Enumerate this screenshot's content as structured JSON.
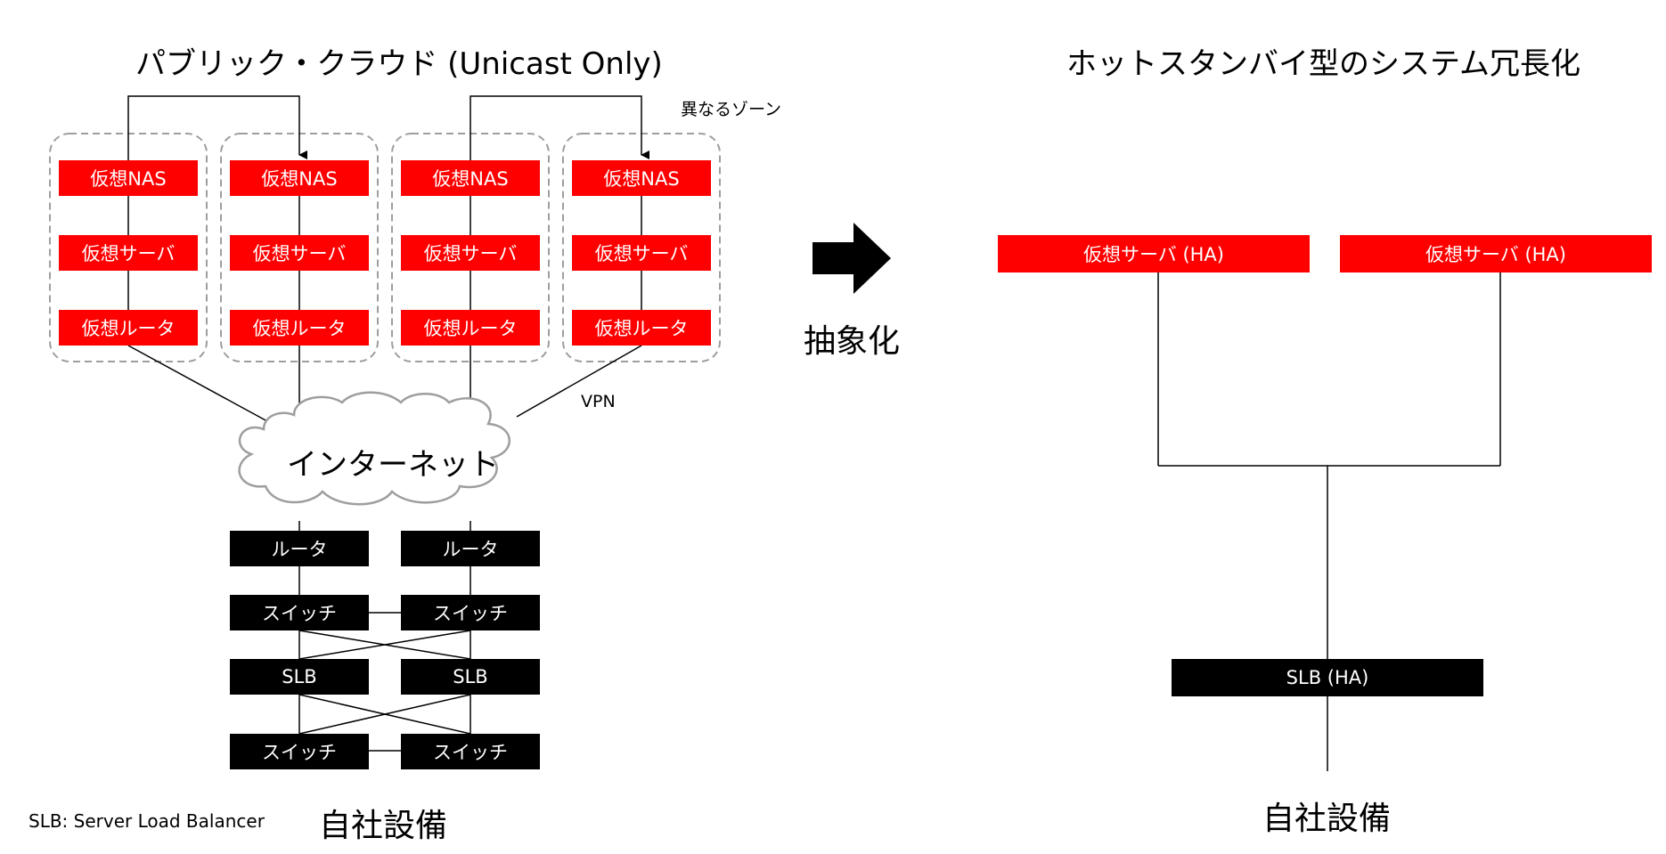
{
  "left": {
    "title": "パブリック・クラウド (Unicast Only)",
    "zone_note": "異なるゾーン",
    "vpn_label": "VPN",
    "cloud_label": "インターネット",
    "zones": [
      {
        "nas": "仮想NAS",
        "server": "仮想サーバ",
        "router": "仮想ルータ"
      },
      {
        "nas": "仮想NAS",
        "server": "仮想サーバ",
        "router": "仮想ルータ"
      },
      {
        "nas": "仮想NAS",
        "server": "仮想サーバ",
        "router": "仮想ルータ"
      },
      {
        "nas": "仮想NAS",
        "server": "仮想サーバ",
        "router": "仮想ルータ"
      }
    ],
    "onprem": {
      "routers": [
        "ルータ",
        "ルータ"
      ],
      "switches_top": [
        "スイッチ",
        "スイッチ"
      ],
      "slbs": [
        "SLB",
        "SLB"
      ],
      "switches_bottom": [
        "スイッチ",
        "スイッチ"
      ]
    },
    "onprem_label": "自社設備",
    "footnote": "SLB: Server Load Balancer"
  },
  "middle": {
    "arrow_label": "抽象化"
  },
  "right": {
    "title": "ホットスタンバイ型のシステム冗長化",
    "servers": [
      "仮想サーバ (HA)",
      "仮想サーバ (HA)"
    ],
    "slb": "SLB (HA)",
    "onprem_label": "自社設備"
  },
  "colors": {
    "virtual_box": "#ff0000",
    "physical_box": "#000000",
    "zone_border": "#9e9e9e",
    "cloud_border": "#9e9e9e"
  }
}
